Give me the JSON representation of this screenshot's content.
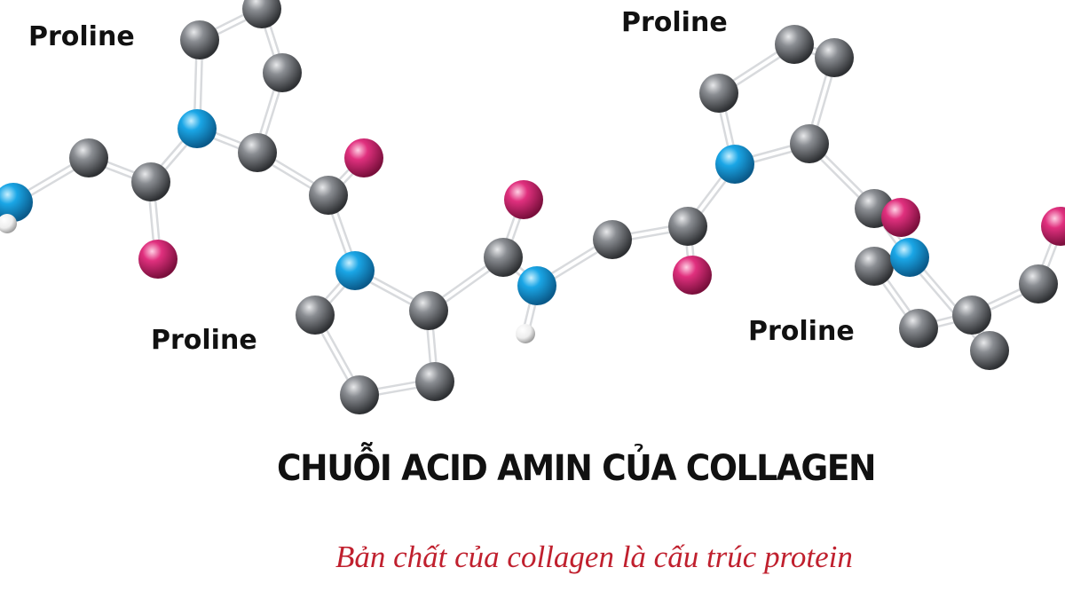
{
  "labels": {
    "proline_top_left": "Proline",
    "proline_top_right": "Proline",
    "proline_bottom_left": "Proline",
    "proline_bottom_right": "Proline"
  },
  "title": "CHUỖI ACID AMIN CỦA COLLAGEN",
  "subtitle": "Bản chất của collagen là cấu trúc protein",
  "colors": {
    "carbon": "#6b6e73",
    "nitrogen": "#1aa6e6",
    "oxygen": "#e0307e",
    "hydrogen": "#f2f2f2",
    "subtitle": "#c0202e"
  }
}
